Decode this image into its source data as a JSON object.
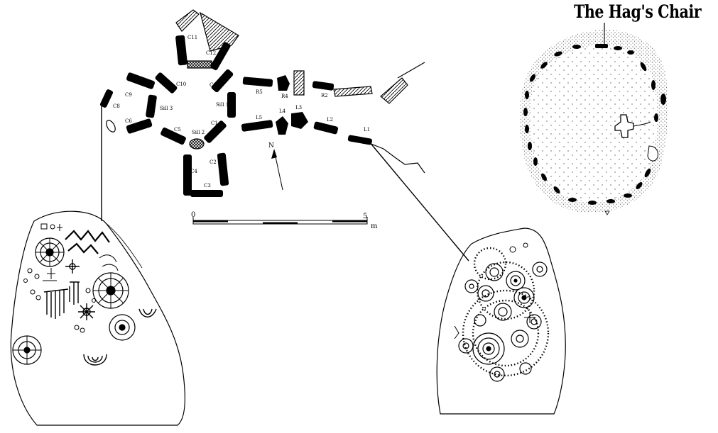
{
  "title": "The Hag's Chair",
  "plan": {
    "stones": {
      "C1": "C1",
      "C2": "C2",
      "C3": "C3",
      "C4": "C4",
      "C5": "C5",
      "C6": "C6",
      "C8": "C8",
      "C9": "C9",
      "C10": "C10",
      "C11": "C11",
      "C12": "C12",
      "C15": "C15",
      "L1": "L1",
      "L2": "L2",
      "L3": "L3",
      "L4": "L4",
      "L5": "L5",
      "R2": "R2",
      "R4": "R4",
      "R5": "R5"
    },
    "sills": {
      "sill1": "Sill 1",
      "sill2": "Sill 2",
      "sill3": "Sill 3"
    },
    "north": "N",
    "scale": {
      "start": "0",
      "end": "5",
      "unit": "m"
    }
  }
}
